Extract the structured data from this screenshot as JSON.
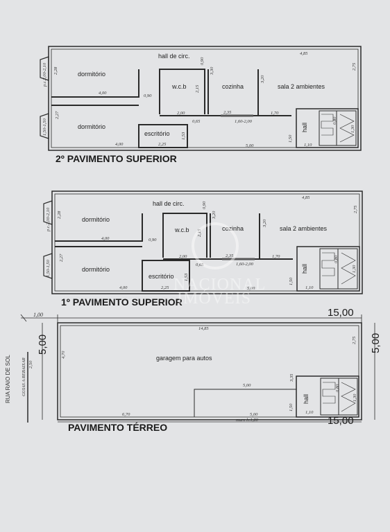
{
  "floors": {
    "second": {
      "title": "2º PAVIMENTO SUPERIOR",
      "rooms": {
        "hall_circ": "hall de circ.",
        "dorm1": "dormitório",
        "dorm2": "dormitório",
        "wcb": "w.c.b",
        "cozinha": "cozinha",
        "sala": "sala 2 ambientes",
        "escritorio": "escritório",
        "hall": "hall"
      },
      "dims": {
        "d485": "4,85",
        "d275": "2,75",
        "d090a": "0,90",
        "d330a": "3,30",
        "d330b": "3,20",
        "d228": "2,28",
        "d400a": "4,00",
        "d090b": "0,90",
        "d215": "2,15",
        "d200": "2,00",
        "d235": "2,35",
        "d170": "1,70",
        "d227": "2,27",
        "d065": "0,65",
        "d160": "1,60-2,00",
        "d400b": "4,00",
        "d225": "2,25",
        "d153": "1,53",
        "d500": "5,00",
        "d150": "1,50",
        "d110": "1,10",
        "d080": "0,80",
        "d130": "1,30",
        "win1": "p.c.2,00-2,10",
        "win2": "1,50-1,50"
      }
    },
    "first": {
      "title": "1º PAVIMENTO SUPERIOR",
      "rooms": {
        "hall_circ": "hall de circ.",
        "dorm1": "dormitório",
        "dorm2": "dormitório",
        "wcb": "w.c.b",
        "cozinha": "cozinha",
        "sala": "sala 2 ambientes",
        "escritorio": "escritório",
        "hall": "hall"
      },
      "dims": {
        "d485": "4,85",
        "d275": "2,75",
        "d090a": "0,90",
        "d330a": "3,20",
        "d330b": "3,20",
        "d228": "2,28",
        "d400a": "4,00",
        "d090b": "0,90",
        "d215": "2,15",
        "d200": "2,00",
        "d235": "2,35",
        "d170": "1,70",
        "d227": "2,27",
        "d065": "0,65",
        "d160": "1,60-2,00",
        "d400b": "4,00",
        "d225": "2,25",
        "d153": "1,53",
        "d500": "5,00",
        "d150": "1,50",
        "d110": "1,10",
        "d080": "0,80",
        "d130": "1,30",
        "win1": "p.c.2,00-2,10",
        "win2": "1,50-1,50"
      }
    },
    "ground": {
      "title": "PAVIMENTO TÉRREO",
      "rooms": {
        "garagem": "garagem para autos",
        "hall": "hall"
      },
      "dims": {
        "d1485": "14,85",
        "d275": "2,75",
        "d470": "4,70",
        "d500a": "5,00",
        "d335": "3,35",
        "d670": "6,70",
        "d500b": "5,00",
        "muro": "muro h:1,80",
        "d150": "1,50",
        "d110": "1,10",
        "d080": "0,80",
        "d130": "1,30",
        "d100": "1,00",
        "d15a": "15,00",
        "d15b": "15,00",
        "d5a": "5,00",
        "d5b": "5,00"
      }
    }
  },
  "street": {
    "name": "RUA RAIO DE SOL",
    "guias": "GUIAS A REBAIXAR",
    "d": "2,50"
  },
  "watermark": {
    "line1": "NACIONAL",
    "line2": "IMÓVEIS"
  }
}
